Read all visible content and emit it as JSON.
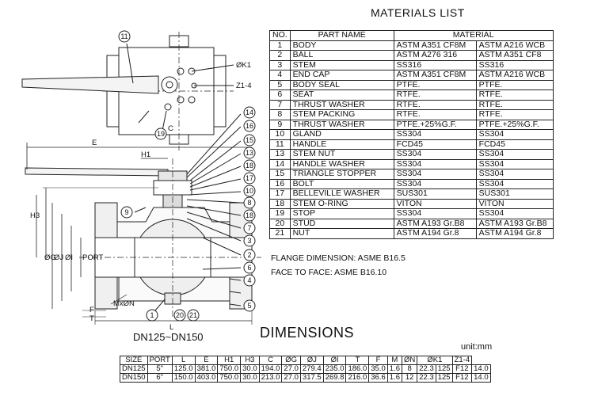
{
  "materials": {
    "title": "MATERIALS LIST",
    "headers": {
      "no": "NO.",
      "part": "PART NAME",
      "material": "MATERIAL"
    },
    "rows": [
      {
        "no": "1",
        "part": "BODY",
        "m1": "ASTM A351 CF8M",
        "m2": "ASTM A216 WCB"
      },
      {
        "no": "2",
        "part": "BALL",
        "m1": "ASTM A276 316",
        "m2": "ASTM A351 CF8"
      },
      {
        "no": "3",
        "part": "STEM",
        "m1": "SS316",
        "m2": "SS316"
      },
      {
        "no": "4",
        "part": "END CAP",
        "m1": "ASTM A351 CF8M",
        "m2": "ASTM A216 WCB"
      },
      {
        "no": "5",
        "part": "BODY SEAL",
        "m1": "PTFE.",
        "m2": "PTFE."
      },
      {
        "no": "6",
        "part": "SEAT",
        "m1": "RTFE.",
        "m2": "RTFE."
      },
      {
        "no": "7",
        "part": "THRUST WASHER",
        "m1": "RTFE.",
        "m2": "RTFE."
      },
      {
        "no": "8",
        "part": "STEM PACKING",
        "m1": "RTFE.",
        "m2": "RTFE."
      },
      {
        "no": "9",
        "part": "THRUST WASHER",
        "m1": "PTFE.+25%G.F.",
        "m2": "PTFE.+25%G.F."
      },
      {
        "no": "10",
        "part": "GLAND",
        "m1": "SS304",
        "m2": "SS304"
      },
      {
        "no": "11",
        "part": "HANDLE",
        "m1": "FCD45",
        "m2": "FCD45"
      },
      {
        "no": "13",
        "part": "STEM NUT",
        "m1": "SS304",
        "m2": "SS304"
      },
      {
        "no": "14",
        "part": "HANDLE WASHER",
        "m1": "SS304",
        "m2": "SS304"
      },
      {
        "no": "15",
        "part": "TRIANGLE STOPPER",
        "m1": "SS304",
        "m2": "SS304"
      },
      {
        "no": "16",
        "part": "BOLT",
        "m1": "SS304",
        "m2": "SS304"
      },
      {
        "no": "17",
        "part": "BELLEVILLE WASHER",
        "m1": "SUS301",
        "m2": "SUS301"
      },
      {
        "no": "18",
        "part": "STEM O-RING",
        "m1": "VITON",
        "m2": "VITON"
      },
      {
        "no": "19",
        "part": "STOP",
        "m1": "SS304",
        "m2": "SS304"
      },
      {
        "no": "20",
        "part": "STUD",
        "m1": "ASTM A193 Gr.B8",
        "m2": "ASTM A193 Gr.B8"
      },
      {
        "no": "21",
        "part": "NUT",
        "m1": "ASTM A194 Gr.8",
        "m2": "ASTM A194 Gr.8"
      }
    ],
    "flange_note": "FLANGE DIMENSION: ASME B16.5",
    "face_note": "FACE TO FACE: ASME B16.10"
  },
  "dimensions": {
    "title": "DIMENSIONS",
    "unit": "unit:mm",
    "headers": [
      "SIZE",
      "PORT",
      "L",
      "E",
      "H1",
      "H3",
      "C",
      "ØG",
      "ØJ",
      "ØI",
      "T",
      "F",
      "M",
      "ØN",
      "ØK1",
      "Z1-4"
    ],
    "rows": [
      [
        "DN125",
        "5\"",
        "125.0",
        "381.0",
        "750.0",
        "30.0",
        "194.0",
        "27.0",
        "279.4",
        "235.0",
        "186.0",
        "35.0",
        "1.6",
        "8",
        "22.3",
        "125",
        "F12",
        "14.0"
      ],
      [
        "DN150",
        "6\"",
        "150.0",
        "403.0",
        "750.0",
        "30.0",
        "213.0",
        "27.0",
        "317.5",
        "269.8",
        "216.0",
        "36.6",
        "1.6",
        "12",
        "22.3",
        "125",
        "F12",
        "14.0"
      ]
    ]
  },
  "drawing": {
    "caption": "DN125~DN150",
    "labels": {
      "E": "E",
      "H1": "H1",
      "H3": "H3",
      "C": "C",
      "G": "ØG",
      "J": "ØJ",
      "I": "ØI",
      "port": "PORT",
      "MxN": "MxØN",
      "F": "F",
      "T": "T",
      "L": "L",
      "K1": "ØK1",
      "Z": "Z1-4"
    },
    "balloons": {
      "b11": "11",
      "b19": "19",
      "b14": "14",
      "b16": "16",
      "b15": "15",
      "b13": "13",
      "b18a": "18",
      "b17": "17",
      "b10": "10",
      "b8": "8",
      "b18b": "18",
      "b7": "7",
      "b3": "3",
      "b2": "2",
      "b6": "6",
      "b4": "4",
      "b5": "5",
      "b9": "9",
      "b1": "1",
      "b20": "20",
      "b21": "21"
    }
  }
}
